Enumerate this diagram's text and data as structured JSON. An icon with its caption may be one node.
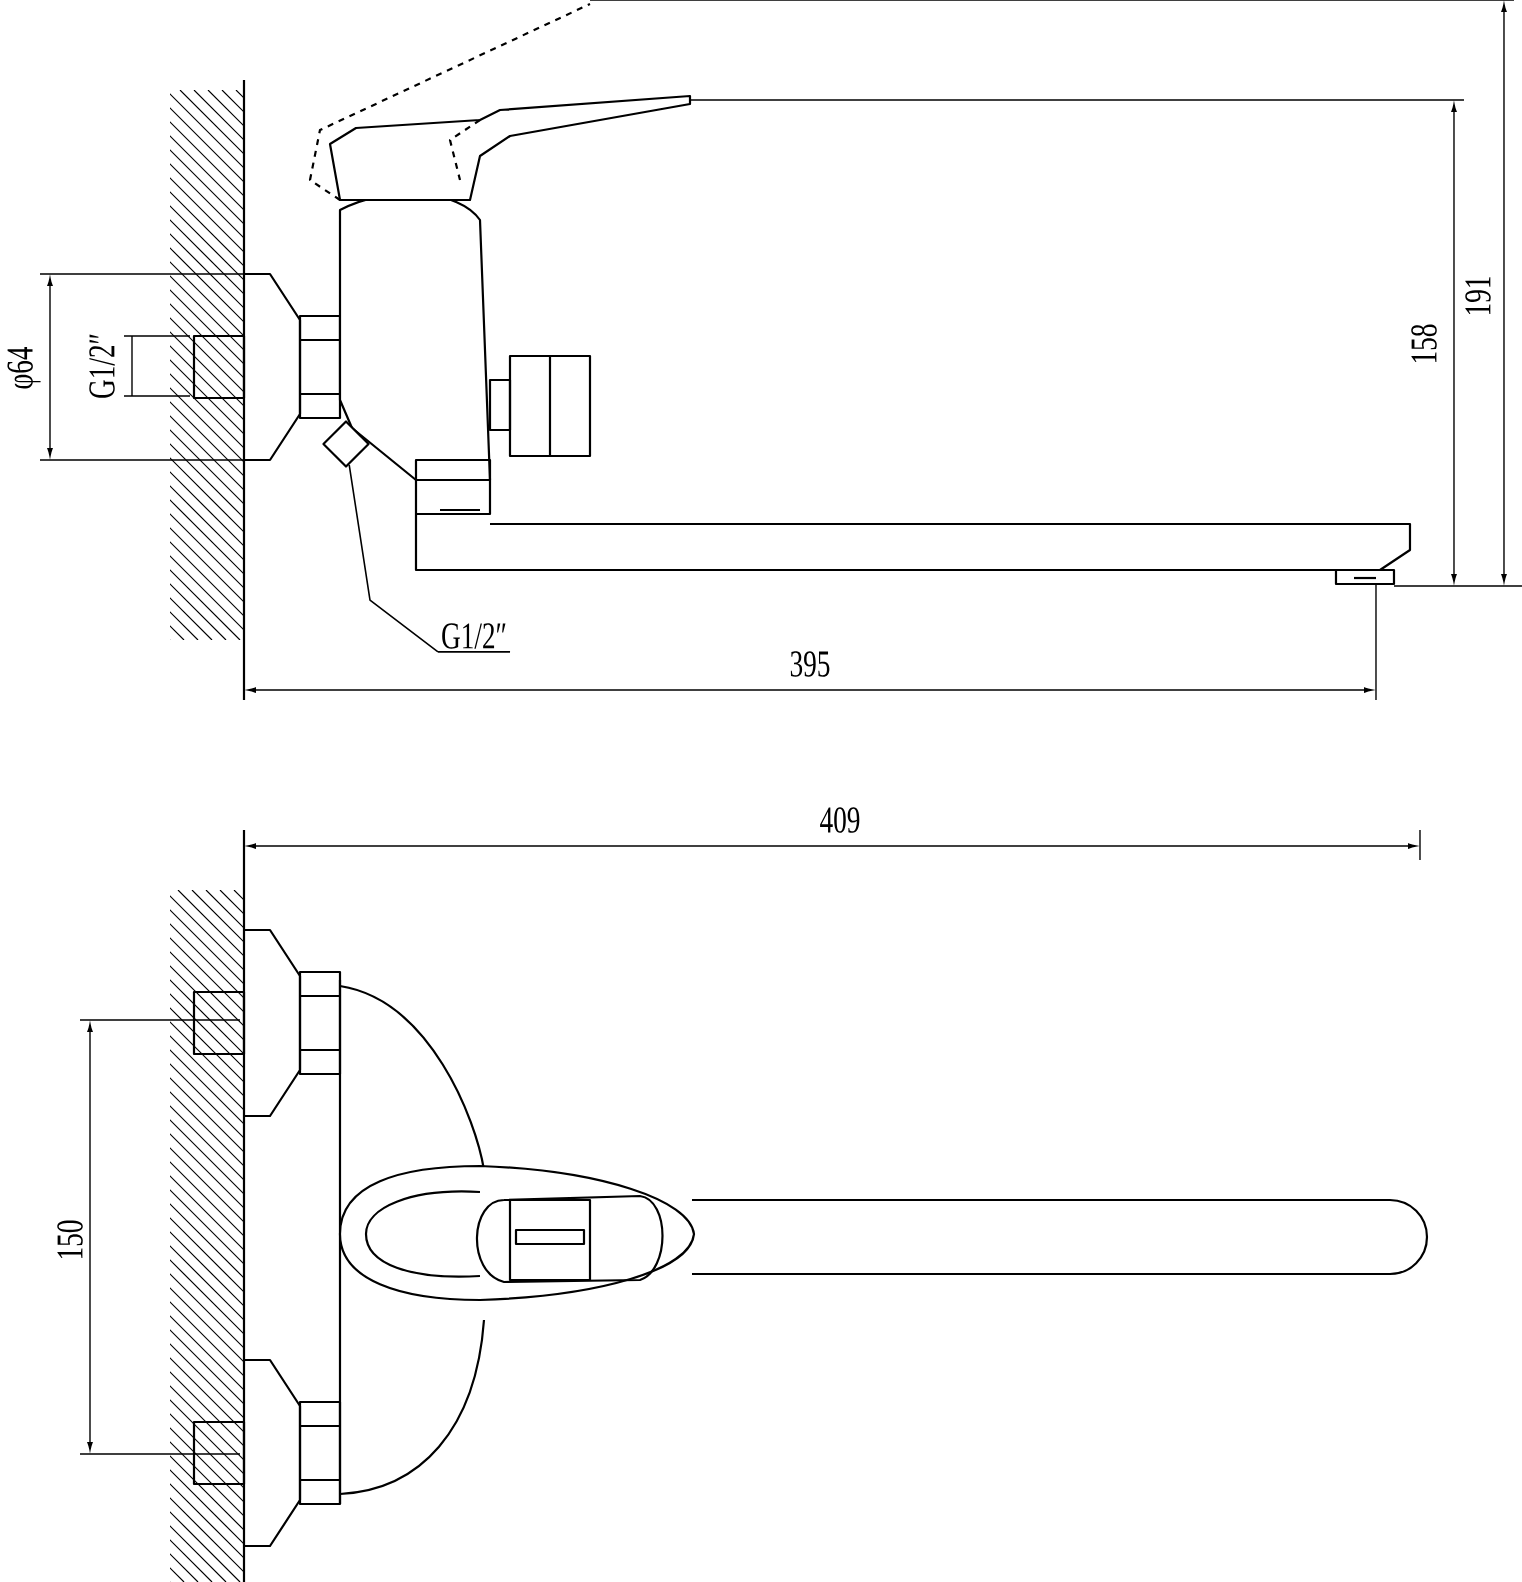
{
  "diagram": {
    "nodes": [
      {
        "text": [
          "G1/2″"
        ]
      },
      {
        "text": [],
        "shape": "diamond"
      }
    ],
    "edges": [
      {
        "from": 0,
        "to": 1,
        "arrow": "none"
      }
    ],
    "labels": [
      "φ64",
      "G1/2″",
      "158",
      "191",
      "395",
      "409",
      "150"
    ]
  }
}
